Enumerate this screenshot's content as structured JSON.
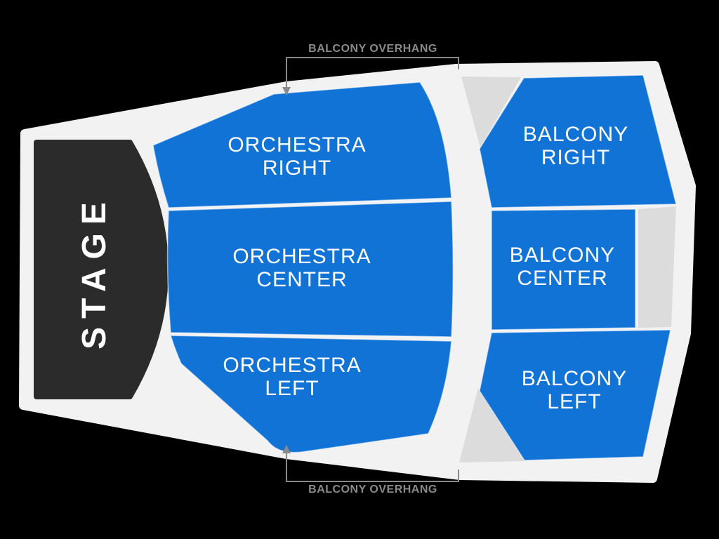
{
  "page": {
    "background": "#000000"
  },
  "colors": {
    "page_bg": "#000000",
    "venue_floor": "#f2f2f2",
    "stage_fill": "#2b2b2b",
    "section_blue": "#1273d7",
    "inaccessible_gray": "#dcdcdc",
    "annotation_gray": "#8a8a8a",
    "label_white": "#ffffff"
  },
  "stage": {
    "label": "STAGE"
  },
  "sections": {
    "orchestra_right": {
      "line1": "ORCHESTRA",
      "line2": "RIGHT"
    },
    "orchestra_center": {
      "line1": "ORCHESTRA",
      "line2": "CENTER"
    },
    "orchestra_left": {
      "line1": "ORCHESTRA",
      "line2": "LEFT"
    },
    "balcony_right": {
      "line1": "BALCONY",
      "line2": "RIGHT"
    },
    "balcony_center": {
      "line1": "BALCONY",
      "line2": "CENTER"
    },
    "balcony_left": {
      "line1": "BALCONY",
      "line2": "LEFT"
    }
  },
  "annotations": {
    "top_label": "BALCONY OVERHANG",
    "bottom_label": "BALCONY OVERHANG"
  }
}
